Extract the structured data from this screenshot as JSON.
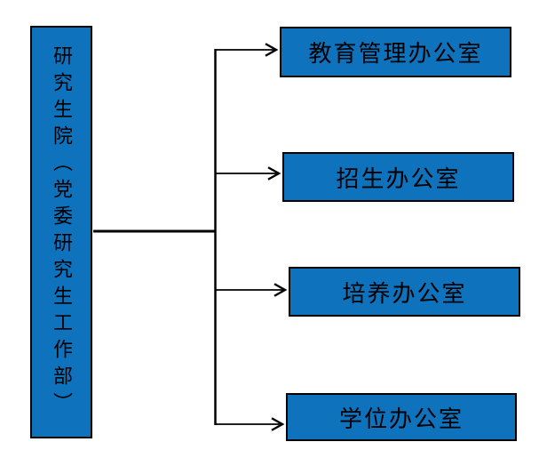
{
  "diagram": {
    "type": "org-chart",
    "root": {
      "label": "研究生院（党委研究生工作部）"
    },
    "children": [
      {
        "label": "教育管理办公室"
      },
      {
        "label": "招生办公室"
      },
      {
        "label": "培养办公室"
      },
      {
        "label": "学位办公室"
      }
    ],
    "colors": {
      "box_fill": "#0E72BC",
      "box_border": "#000000",
      "text": "#000000",
      "line": "#000000",
      "background": "#FFFFFF"
    }
  }
}
